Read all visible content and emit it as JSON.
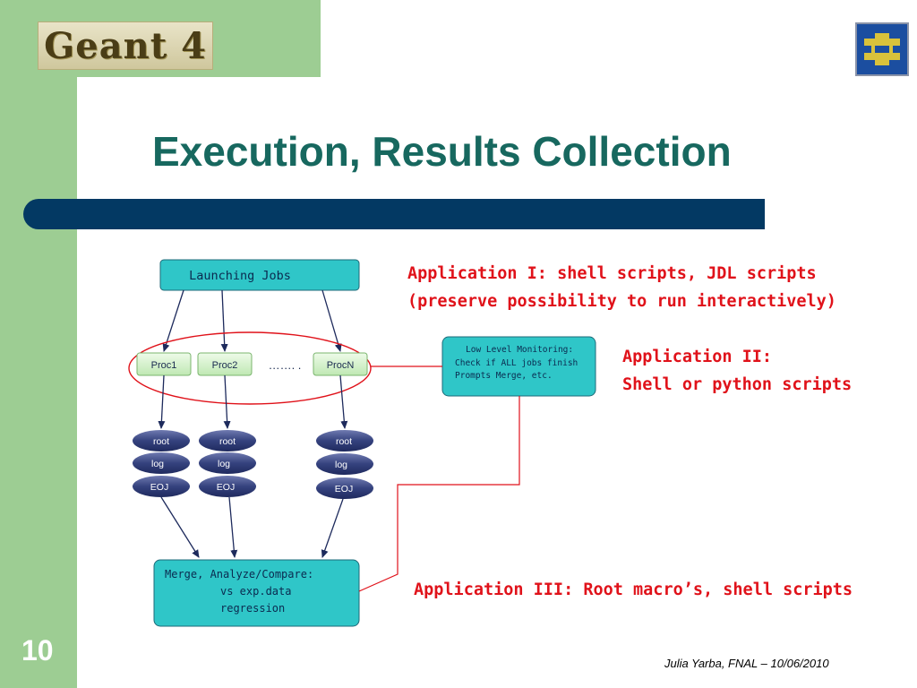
{
  "logo": {
    "text": "Geant 4"
  },
  "fermilab_logo_icon": "fermilab-logo-icon",
  "title": "Execution, Results Collection",
  "slide_number": "10",
  "footer": "Julia Yarba, FNAL – 10/06/2010",
  "diagram": {
    "launch_label": "Launching Jobs",
    "procs": [
      "Proc1",
      "Proc2",
      "ProcN"
    ],
    "ellipsis": "……. .",
    "monitor_lines": [
      "Low Level Monitoring:",
      "Check if ALL jobs finish",
      "Prompts Merge, etc."
    ],
    "outputs": [
      [
        "root",
        "log",
        "EOJ"
      ],
      [
        "root",
        "log",
        "EOJ"
      ],
      [
        "root",
        "log",
        "EOJ"
      ]
    ],
    "merge_lines": [
      "Merge, Analyze/Compare:",
      "vs exp.data",
      "regression"
    ]
  },
  "applications": {
    "app1": [
      "Application I: shell scripts, JDL scripts",
      "(preserve possibility to run interactively)"
    ],
    "app2": [
      "Application II:",
      "Shell or python scripts"
    ],
    "app3": "Application III: Root macro’s, shell scripts"
  },
  "colors": {
    "sidebar_green": "#9dcd93",
    "title_teal": "#17685f",
    "bar_navy": "#033963",
    "box_cyan": "#2fc6c8",
    "proc_green": "#d4f2cc",
    "oval_navy": "#32407a",
    "accent_red": "#e0121a"
  }
}
